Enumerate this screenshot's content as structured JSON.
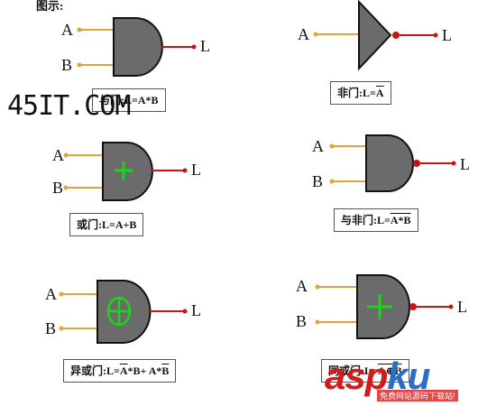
{
  "heading": "图示:",
  "gates": {
    "and": {
      "in_a": "A",
      "in_b": "B",
      "out": "L",
      "caption_prefix": "与门:L=A*B"
    },
    "not": {
      "in_a": "A",
      "out": "L",
      "caption_prefix": "非门:L=",
      "caption_over": "A"
    },
    "or": {
      "in_a": "A",
      "in_b": "B",
      "out": "L",
      "caption_prefix": "或门:L=A+B"
    },
    "nand": {
      "in_a": "A",
      "in_b": "B",
      "out": "L",
      "caption_prefix": "与非门:L=",
      "caption_over": "A*B"
    },
    "xor": {
      "in_a": "A",
      "in_b": "B",
      "out": "L",
      "caption_prefix": "异或门:L=",
      "caption_over1": "A",
      "caption_mid": "*B+ A*",
      "caption_over2": "B"
    },
    "xnor": {
      "in_a": "A",
      "in_b": "B",
      "out": "L",
      "caption_prefix": "同或门:L=",
      "caption_over": "A⊕B"
    }
  },
  "watermarks": {
    "left": "45IT.COM",
    "right_red": "asp",
    "right_blue": "ku",
    "right_sub": "免费网站源码下载站!"
  },
  "colors": {
    "wire_in": "#e0a43a",
    "wire_out": "#c81414",
    "gate_fill": "#6b6b6b",
    "symbol": "#19d619",
    "dot": "#e0a43a"
  }
}
